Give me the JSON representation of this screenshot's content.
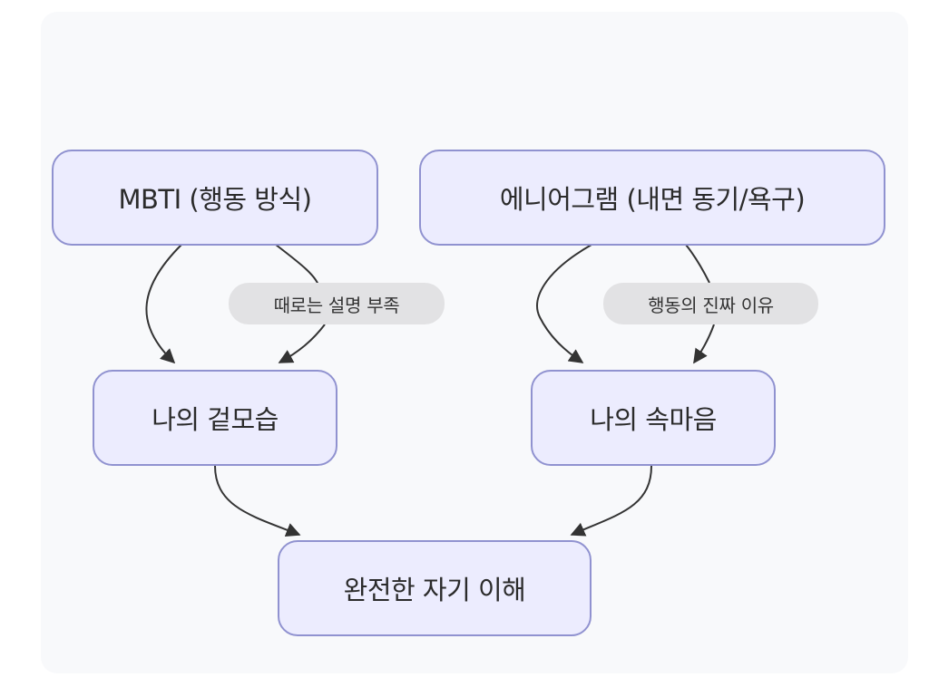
{
  "diagram": {
    "type": "flowchart",
    "colors": {
      "background": "#f8f9fb",
      "node_fill": "#ececfe",
      "node_border": "#9092d0",
      "edge": "#333333",
      "edge_label_fill": "#e2e2e4",
      "text": "#2b2b2b"
    },
    "nodes": [
      {
        "id": "mbti",
        "label": "MBTI (행동 방식)"
      },
      {
        "id": "enneagram",
        "label": "에니어그램 (내면 동기/욕구)"
      },
      {
        "id": "outer",
        "label": "나의 겉모습"
      },
      {
        "id": "inner",
        "label": "나의 속마음"
      },
      {
        "id": "whole",
        "label": "완전한 자기 이해"
      }
    ],
    "edges": [
      {
        "from": "mbti",
        "to": "outer",
        "label": ""
      },
      {
        "from": "mbti",
        "to": "outer",
        "label": "때로는 설명 부족"
      },
      {
        "from": "enneagram",
        "to": "inner",
        "label": ""
      },
      {
        "from": "enneagram",
        "to": "inner",
        "label": "행동의 진짜 이유"
      },
      {
        "from": "outer",
        "to": "whole",
        "label": ""
      },
      {
        "from": "inner",
        "to": "whole",
        "label": ""
      }
    ]
  }
}
